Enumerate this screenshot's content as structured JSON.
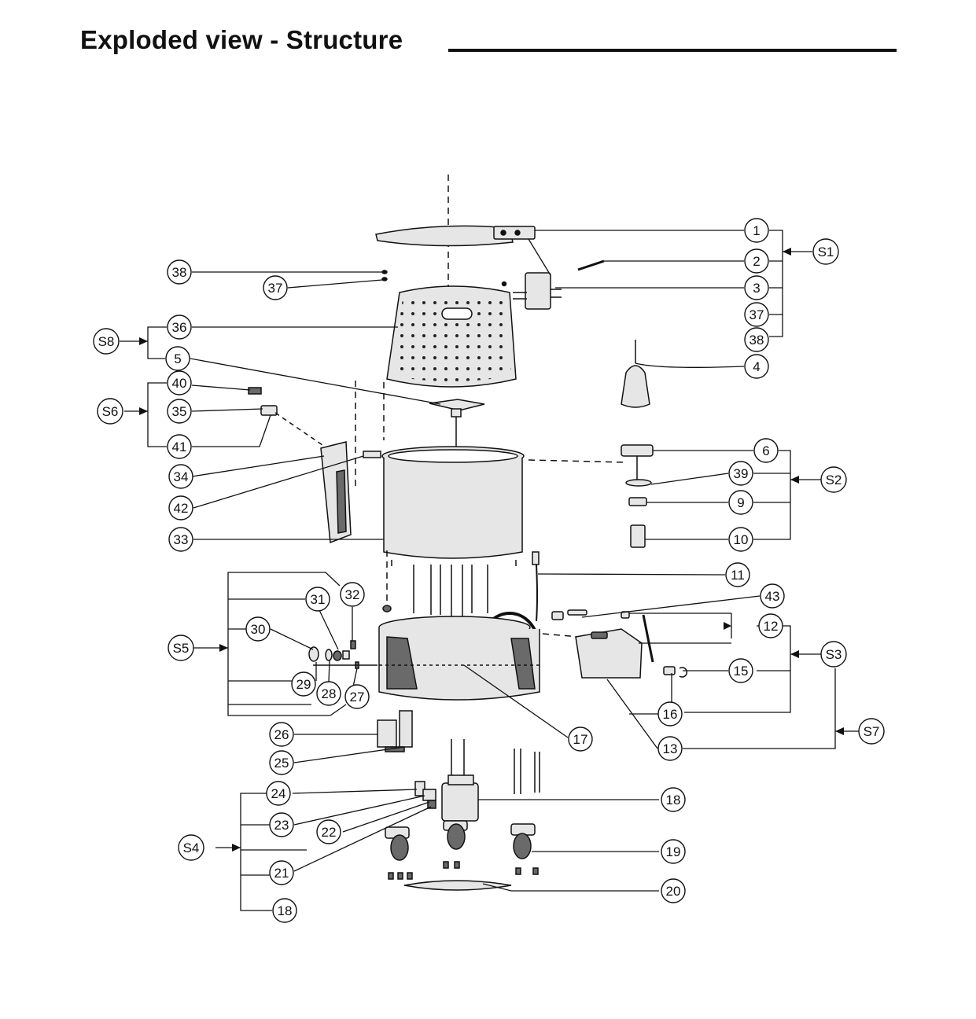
{
  "page": {
    "title": "Exploded view - Structure"
  },
  "callouts": [
    "1",
    "2",
    "3",
    "4",
    "5",
    "6",
    "9",
    "10",
    "11",
    "12",
    "13",
    "15",
    "16",
    "17",
    "18",
    "19",
    "20",
    "21",
    "22",
    "23",
    "24",
    "25",
    "26",
    "27",
    "28",
    "29",
    "30",
    "31",
    "32",
    "33",
    "34",
    "35",
    "36",
    "37",
    "38",
    "39",
    "40",
    "41",
    "42",
    "43"
  ],
  "groups": {
    "s1": {
      "label": "S1",
      "members": [
        "1",
        "2",
        "3",
        "37",
        "38"
      ]
    },
    "s2": {
      "label": "S2",
      "members": [
        "6",
        "39",
        "9",
        "10"
      ]
    },
    "s3": {
      "label": "S3",
      "members": [
        "12",
        "15",
        "16"
      ]
    },
    "s4": {
      "label": "S4",
      "members": [
        "24",
        "23",
        "22",
        "21",
        "18"
      ]
    },
    "s5": {
      "label": "S5",
      "members": [
        "32",
        "31",
        "30",
        "29",
        "28",
        "27"
      ]
    },
    "s6": {
      "label": "S6",
      "members": [
        "40",
        "35",
        "41"
      ]
    },
    "s7": {
      "label": "S7",
      "members": [
        "S3",
        "13"
      ]
    },
    "s8": {
      "label": "S8",
      "members": [
        "36",
        "5"
      ]
    }
  },
  "colors": {
    "line": "#111111",
    "part_fill": "#e6e6e6",
    "part_dark": "#6a6a6a",
    "background": "#ffffff"
  }
}
